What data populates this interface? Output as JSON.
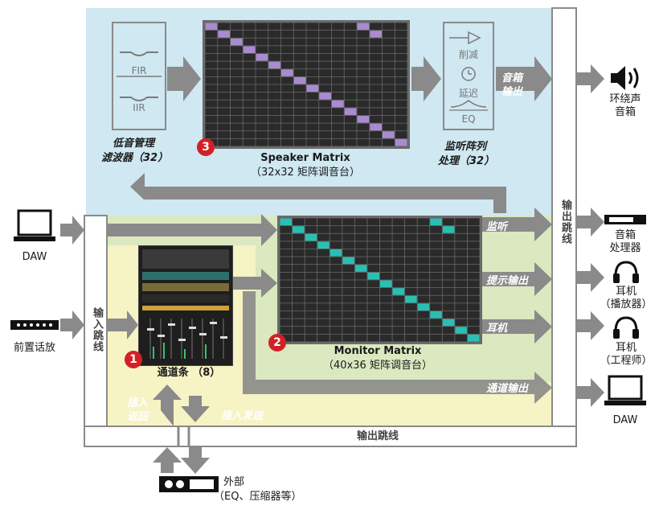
{
  "colors": {
    "speaker_zone": "#cfe8f1",
    "monitor_zone": "#dbe8c0",
    "channel_zone": "#f6f3c4",
    "speaker_cell": "#a98bcf",
    "monitor_cell": "#2bbfb3",
    "arrow": "#8a8a8a",
    "badge": "#d32027"
  },
  "bass_mgmt": {
    "fir": "FIR",
    "iir": "IIR",
    "label_line1": "低音管理",
    "label_line2": "滤波器（32）"
  },
  "speaker_matrix": {
    "badge": "3",
    "title": "Speaker Matrix",
    "subtitle": "（32x32 矩阵调音台）",
    "size": 16,
    "cells": [
      [
        0,
        0
      ],
      [
        1,
        1
      ],
      [
        2,
        2
      ],
      [
        3,
        3
      ],
      [
        4,
        4
      ],
      [
        5,
        5
      ],
      [
        6,
        6
      ],
      [
        7,
        7
      ],
      [
        8,
        8
      ],
      [
        9,
        9
      ],
      [
        10,
        10
      ],
      [
        11,
        11
      ],
      [
        12,
        12
      ],
      [
        13,
        13
      ],
      [
        14,
        14
      ],
      [
        15,
        15
      ],
      [
        12,
        0
      ],
      [
        13,
        1
      ]
    ]
  },
  "monitor_proc": {
    "trim": "削减",
    "delay": "延迟",
    "eq": "EQ",
    "label_line1": "监听阵列",
    "label_line2": "处理（32）"
  },
  "speaker_out": {
    "line1": "音箱",
    "line2": "输出"
  },
  "monitor_matrix": {
    "badge": "2",
    "title": "Monitor Matrix",
    "subtitle": "（40x36 矩阵调音台）",
    "size": 16,
    "cells": [
      [
        0,
        0
      ],
      [
        1,
        1
      ],
      [
        2,
        2
      ],
      [
        3,
        3
      ],
      [
        4,
        4
      ],
      [
        5,
        5
      ],
      [
        6,
        6
      ],
      [
        7,
        7
      ],
      [
        8,
        8
      ],
      [
        9,
        9
      ],
      [
        10,
        10
      ],
      [
        11,
        11
      ],
      [
        12,
        12
      ],
      [
        13,
        13
      ],
      [
        14,
        14
      ],
      [
        15,
        15
      ],
      [
        12,
        0
      ],
      [
        13,
        1
      ]
    ]
  },
  "channel_strip": {
    "badge": "1",
    "label": "通道条 （8）"
  },
  "outputs": {
    "monitor": "监听",
    "cue": "提示输出",
    "headphone": "耳机",
    "channel_out": "通道输出"
  },
  "insert": {
    "return_line1": "插入",
    "return_line2": "返回",
    "send": "插入发送"
  },
  "patch": {
    "input_patch": "输入跳线",
    "output_patch_right": "输出跳线",
    "output_patch_bottom": "输出跳线"
  },
  "sources": {
    "daw": "DAW",
    "preamp": "前置话放"
  },
  "external": {
    "line1": "外部",
    "line2": "（EQ、压缩器等）"
  },
  "destinations": {
    "surround_line1": "环绕声",
    "surround_line2": "音箱",
    "spk_proc_line1": "音箱",
    "spk_proc_line2": "处理器",
    "hp_player_line1": "耳机",
    "hp_player_line2": "（播放器）",
    "hp_engineer_line1": "耳机",
    "hp_engineer_line2": "（工程师）",
    "daw": "DAW"
  }
}
